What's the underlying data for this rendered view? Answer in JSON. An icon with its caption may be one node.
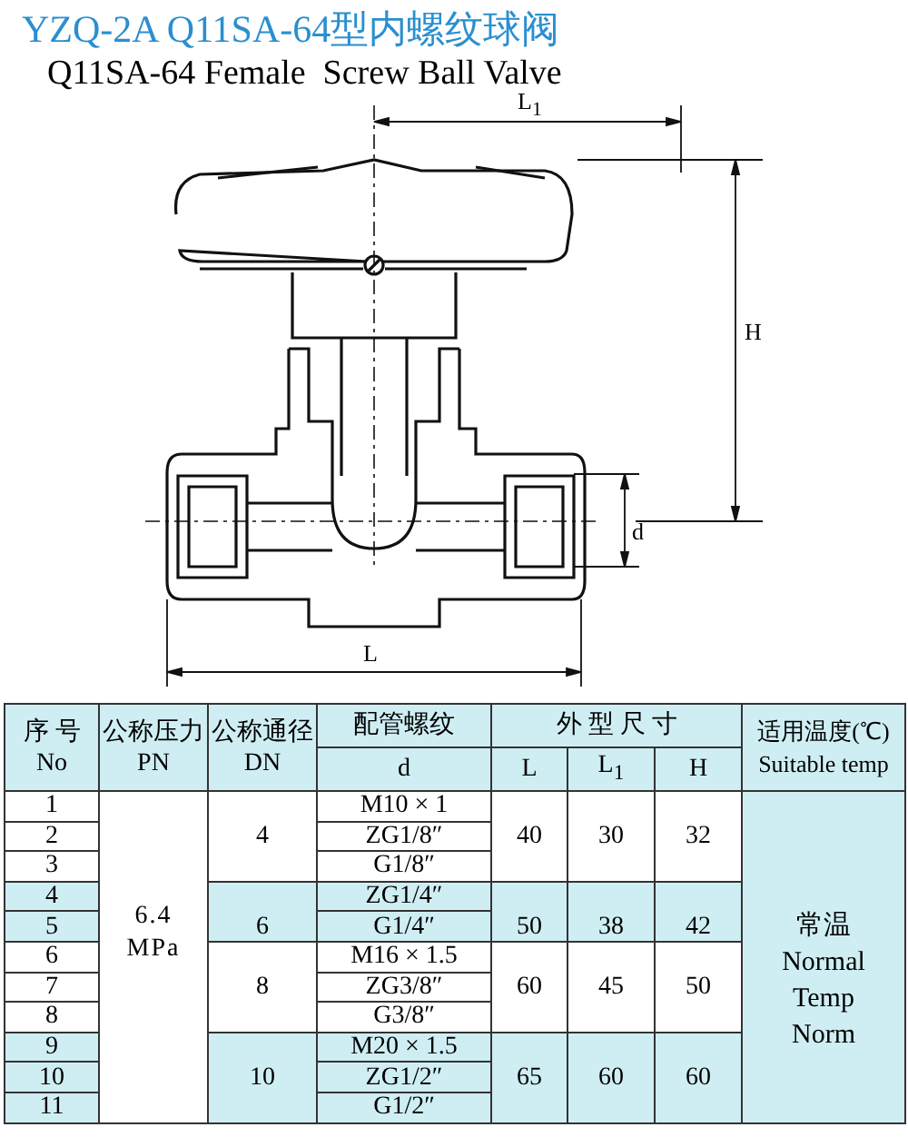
{
  "diagram": {
    "title": "YZQ-2A Q11SA-64型内螺纹球阀",
    "labels": [
      "Q11SA-64 Female  Screw Ball Valve",
      "L$_{1}$",
      "H",
      "d",
      "L",
      "序 号",
      "公称压力",
      "公称通径",
      "配管螺纹",
      "外 型 尺 寸",
      "适用温度(℃)",
      "No",
      "PN",
      "DN",
      "d",
      "L",
      "L$_{1}$",
      "H",
      "Suitable temp",
      "1",
      "M10 × 1",
      "2",
      "4",
      "ZG1/8″",
      "40",
      "30",
      "32",
      "3",
      "G1/8″",
      "4",
      "6.4 MPa",
      "ZG1/4″",
      "5",
      "6",
      "G1/4″",
      "50",
      "38",
      "42",
      "常温",
      "Normal Temp Norm",
      "6",
      "M16 × 1.5",
      "7",
      "8",
      "ZG3/8″",
      "60",
      "45",
      "50",
      "8",
      "G3/8″",
      "9",
      "M20 × 1.5",
      "10",
      "10",
      "ZG1/2″",
      "65",
      "60",
      "60",
      "11",
      "G1/2″"
    ]
  }
}
